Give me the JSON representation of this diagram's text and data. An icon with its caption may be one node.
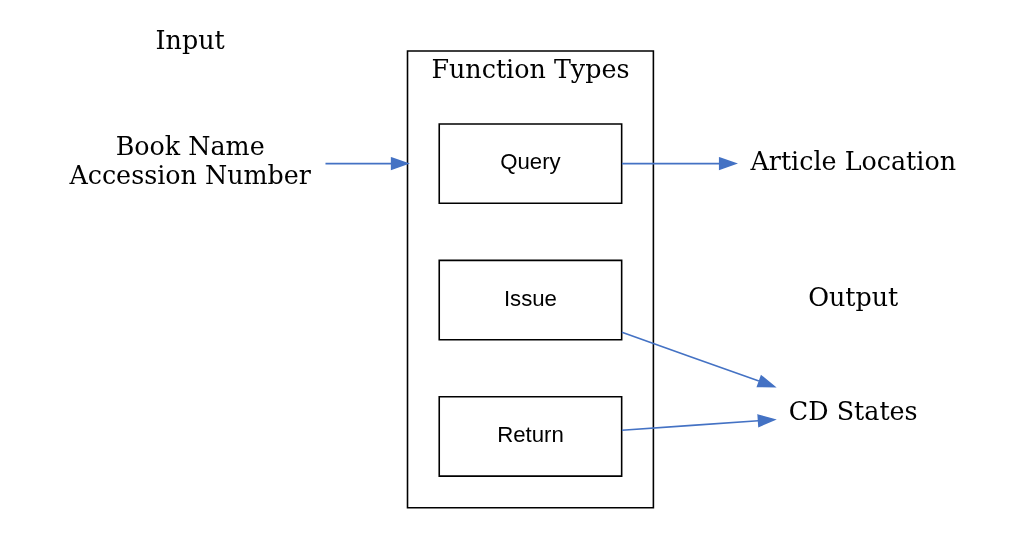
{
  "diagram": {
    "nodes": [
      {
        "text": [
          "Book Name",
          "Accession Number"
        ]
      },
      {
        "text": [
          "Function Types"
        ]
      },
      {
        "text": [
          "Query"
        ],
        "in": 1
      },
      {
        "text": [
          "Issue"
        ],
        "in": 1
      },
      {
        "text": [
          "Return"
        ],
        "in": 1
      },
      {
        "text": [
          "Article Location"
        ]
      },
      {
        "text": [
          "CD States"
        ]
      }
    ],
    "edges": [
      {
        "from": 0,
        "to": 1,
        "arrow": "to"
      },
      {
        "from": 2,
        "to": 5,
        "arrow": "to"
      },
      {
        "from": 3,
        "to": 6,
        "arrow": "to"
      },
      {
        "from": 4,
        "to": 6,
        "arrow": "to"
      }
    ],
    "labels": [
      "Input",
      "Output"
    ]
  }
}
